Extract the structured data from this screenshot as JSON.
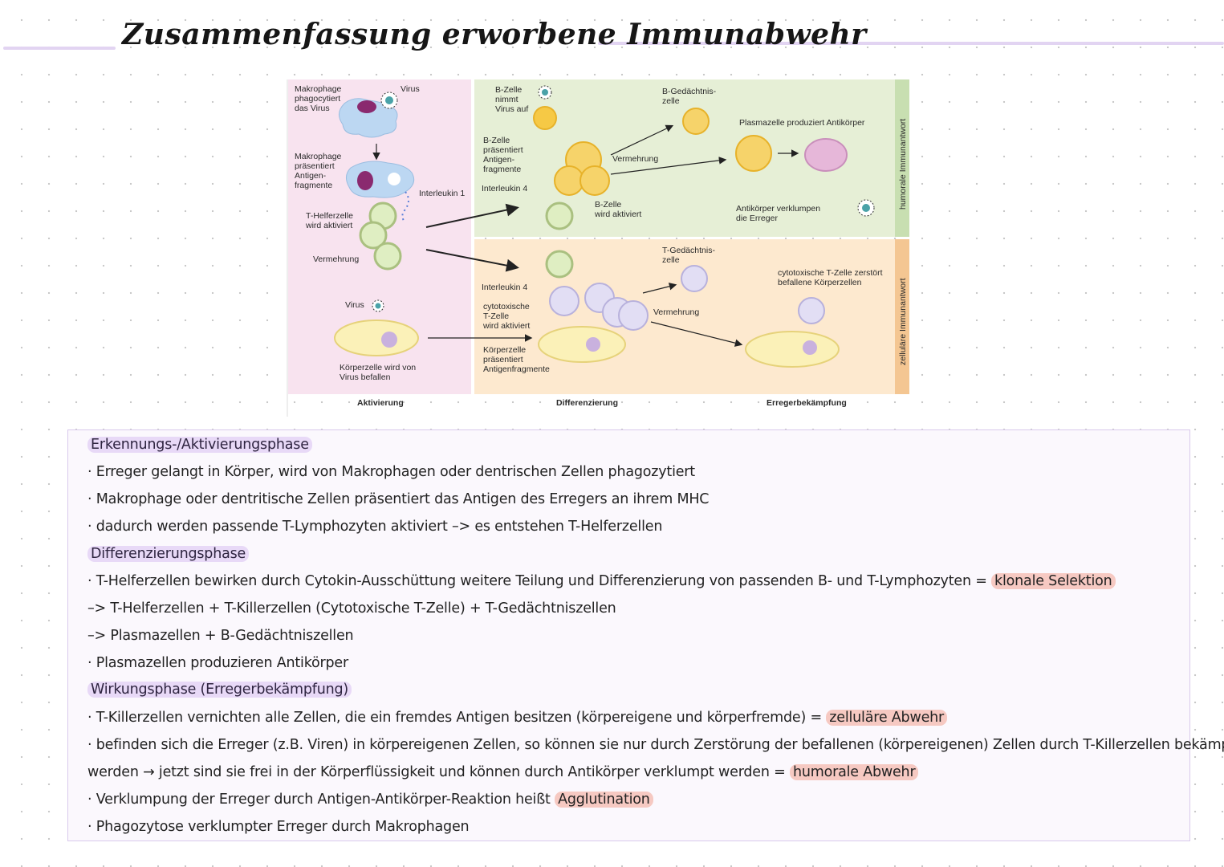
{
  "title": "Zusammenfassung erworbene Immunabwehr",
  "diagram": {
    "activation": {
      "macrophage_phago": [
        "Makrophage",
        "phagocytiert",
        "das Virus"
      ],
      "virus_top": "Virus",
      "macrophage_present": [
        "Makrophage",
        "präsentiert",
        "Antigen-",
        "fragmente"
      ],
      "interleukin1": "Interleukin 1",
      "thelper": [
        "T-Helferzelle",
        "wird aktiviert"
      ],
      "vermehrung": "Vermehrung",
      "virus_bottom": "Virus",
      "body_cell_infected": [
        "Körperzelle wird von",
        "Virus befallen"
      ]
    },
    "differentiation": {
      "bcell_takes": [
        "B-Zelle",
        "nimmt",
        "Virus auf"
      ],
      "bcell_presents": [
        "B-Zelle",
        "präsentiert",
        "Antigen-",
        "fragmente"
      ],
      "interleukin4_top": "Interleukin 4",
      "bcell_activated": [
        "B-Zelle",
        "wird aktiviert"
      ],
      "vermehrung_top": "Vermehrung",
      "b_memory": [
        "B-Gedächtnis-",
        "zelle"
      ],
      "interleukin4_bottom": "Interleukin 4",
      "tc_activated": [
        "cytotoxische",
        "T-Zelle",
        "wird aktiviert"
      ],
      "bodycell_presents": [
        "Körperzelle",
        "präsentiert",
        "Antigenfragmente"
      ],
      "t_memory": [
        "T-Gedächtnis-",
        "zelle"
      ],
      "vermehrung_bottom": "Vermehrung"
    },
    "fight": {
      "plasma": "Plasmazelle produziert Antikörper",
      "antibodies": [
        "Antikörper verklumpen",
        "die Erreger"
      ],
      "tc_destroys": [
        "cytotoxische T-Zelle zerstört",
        "befallene Körperzellen"
      ]
    },
    "side_humoral": "humorale Immunantwort",
    "side_cellular": "zelluläre Immunantwort",
    "phases": [
      "Aktivierung",
      "Differenzierung",
      "Erregerbekämpfung"
    ],
    "colors": {
      "activation_bg": "#f8e3ef",
      "humoral_bg": "#e6efd6",
      "cellular_bg": "#fde9cf",
      "sidebar": "#f4c692"
    }
  },
  "notes": {
    "h1": "Erkennungs-/Aktivierungsphase",
    "l1": "· Erreger gelangt in Körper, wird von Makrophagen oder dentrischen Zellen phagozytiert",
    "l2": "· Makrophage oder dentritische Zellen präsentiert das Antigen des Erregers an ihrem MHC",
    "l3": "· dadurch werden passende T-Lymphozyten aktiviert –> es entstehen T-Helferzellen",
    "h2": "Differenzierungsphase",
    "l4": "· T-Helferzellen bewirken durch Cytokin-Ausschüttung weitere Teilung und Differenzierung von passenden B- und T-Lymphozyten =",
    "l4_hl": "klonale Selektion",
    "l5": "–> T-Helferzellen + T-Killerzellen (Cytotoxische T-Zelle) + T-Gedächtniszellen",
    "l6": "–> Plasmazellen + B-Gedächtniszellen",
    "l7": "· Plasmazellen produzieren Antikörper",
    "h3": "Wirkungsphase (Erregerbekämpfung)",
    "l8": "· T-Killerzellen vernichten alle Zellen, die ein fremdes Antigen besitzen (körpereigene und körperfremde) =",
    "l8_hl": "zelluläre Abwehr",
    "l9": "· befinden sich die Erreger (z.B. Viren) in körpereigenen Zellen, so können sie nur durch Zerstörung der befallenen (körpereigenen) Zellen durch T-Killerzellen bekämpft",
    "l10": "werden → jetzt sind sie frei in der Körperflüssigkeit und können durch Antikörper verklumpt werden =",
    "l10_hl": "humorale Abwehr",
    "l11": "· Verklumpung der Erreger durch Antigen-Antikörper-Reaktion heißt",
    "l11_hl": "Agglutination",
    "l12": "· Phagozytose verklumpter Erreger durch Makrophagen"
  }
}
